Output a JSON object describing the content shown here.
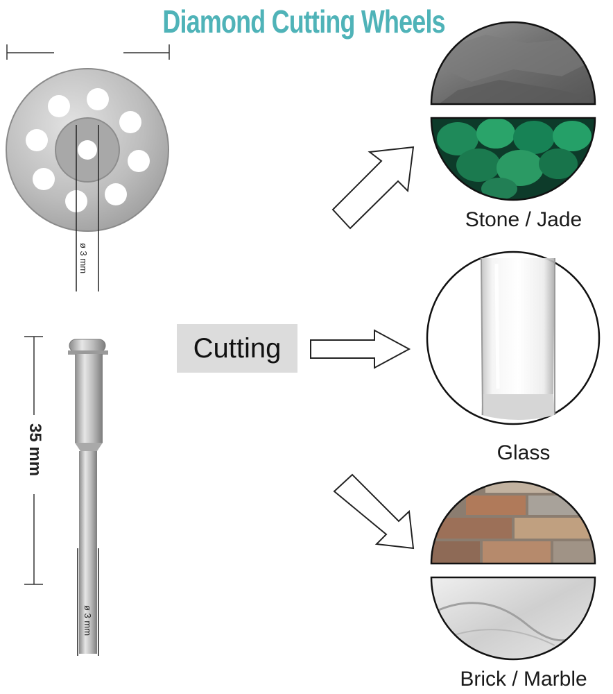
{
  "header": {
    "title": "Diamond Cutting Wheels"
  },
  "center": {
    "action_label": "Cutting"
  },
  "materials": [
    {
      "label": "Stone / Jade"
    },
    {
      "label": "Glass"
    },
    {
      "label": "Brick / Marble"
    }
  ],
  "dimensions": {
    "wheel_hole": "ø 3 mm",
    "mandrel_length": "35 mm",
    "shank": "ø 3 mm"
  },
  "colors": {
    "title": "#4fb3b8",
    "cutting_box": "#dcdcdc"
  }
}
